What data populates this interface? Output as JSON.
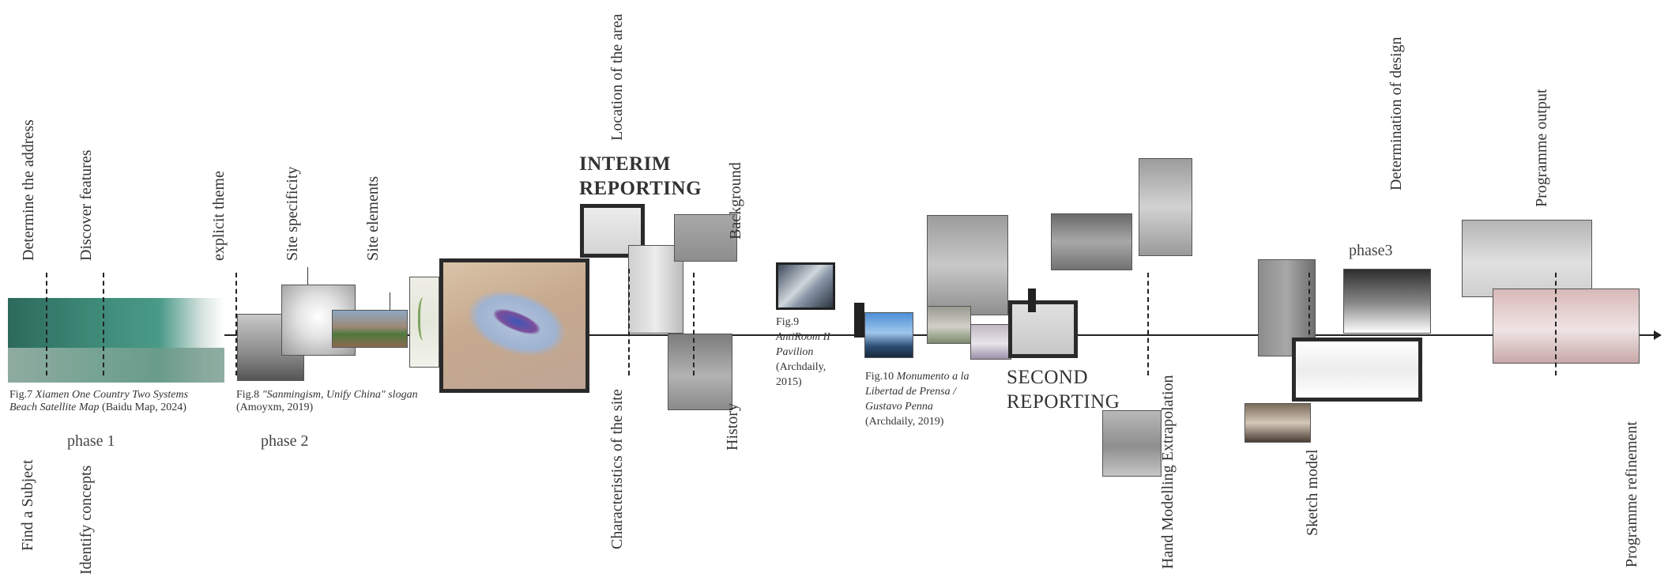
{
  "report": {
    "interim": "INTERIM\nREPORTING",
    "second": "SECOND\nREPORTING"
  },
  "phases": {
    "p1": "phase 1",
    "p2": "phase 2",
    "p3": "phase3"
  },
  "top_labels": {
    "determine_address": "Determine the address",
    "discover_features": "Discover features",
    "explicit_theme": "explicit theme",
    "site_specificity": "Site specificity",
    "site_elements": "Site elements",
    "location_area": "Location of the area",
    "background": "Background",
    "determination_design": "Determination of design",
    "programme_output": "Programme output"
  },
  "bottom_labels": {
    "find_subject": "Find a Subject",
    "identify_concepts": "Identify concepts",
    "characteristics_site": "Characteristics of the site",
    "history": "History",
    "hand_modelling": "Hand Modelling Extrapolation",
    "sketch_model": "Sketch model",
    "programme_refinement": "Programme refinement"
  },
  "captions": {
    "fig7_prefix": "Fig.7 ",
    "fig7_title": "Xiamen One Country Two Systems Beach Satellite Map",
    "fig7_source": " (Baidu Map, 2024)",
    "fig8_prefix": "Fig.8 ",
    "fig8_title": "\"Sanmingism, Unify China\" slogan",
    "fig8_source": " (Amoyxm, 2019)",
    "fig9_prefix": "Fig.9",
    "fig9_title": "AntiRoom II Pavilion",
    "fig9_source": "(Archdaily, 2015)",
    "fig10_prefix": "Fig.10 ",
    "fig10_title": "Monumento a la Libertad de Prensa / Gustavo Penna",
    "fig10_source": "(Archdaily, 2019)"
  }
}
